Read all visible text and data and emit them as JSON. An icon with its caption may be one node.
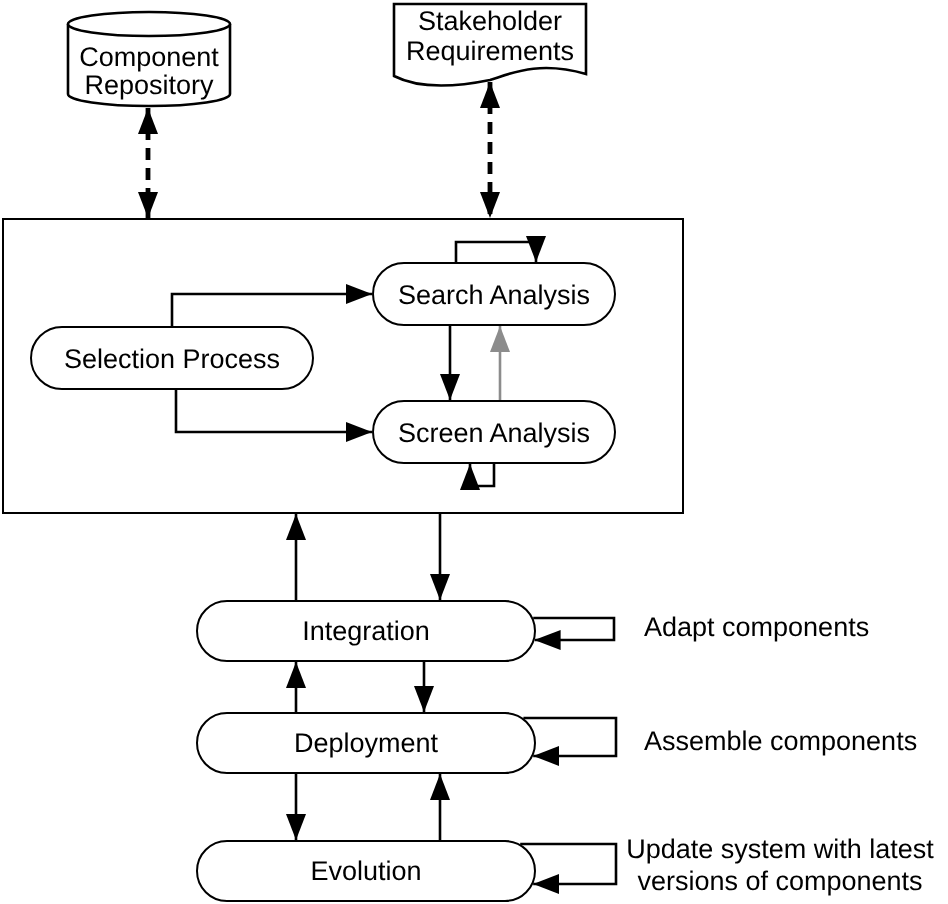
{
  "diagram": {
    "nodes": [
      {
        "text": [
          "Component Repository"
        ]
      },
      {
        "text": [
          "Stakeholder Requirements"
        ]
      },
      {
        "text": [],
        "shape": "box"
      },
      {
        "text": [
          "Selection Process"
        ],
        "in": 2
      },
      {
        "text": [
          "Search Analysis"
        ],
        "in": 2
      },
      {
        "text": [
          "Screen Analysis"
        ],
        "in": 2
      },
      {
        "text": [
          "Integration"
        ],
        "beside": [
          "Adapt components"
        ]
      },
      {
        "text": [
          "Deployment"
        ],
        "beside": [
          "Assemble components"
        ]
      },
      {
        "text": [
          "Evolution"
        ],
        "beside": [
          "Update system with latest versions of components"
        ]
      }
    ],
    "edges": [
      {
        "from": 0,
        "to": 2,
        "arrow": "both",
        "style": "dashed"
      },
      {
        "from": 1,
        "to": 2,
        "arrow": "both",
        "style": "dashed"
      },
      {
        "from": 3,
        "to": 4,
        "arrow": "to"
      },
      {
        "from": 3,
        "to": 5,
        "arrow": "to"
      },
      {
        "from": 4,
        "to": 5,
        "arrow": "to"
      },
      {
        "from": 5,
        "to": 4,
        "arrow": "to",
        "color": "#8c8c8c"
      },
      {
        "from": 4,
        "to": 4,
        "arrow": "to"
      },
      {
        "from": 5,
        "to": 5,
        "arrow": "to"
      },
      {
        "from": 6,
        "to": 2,
        "arrow": "to"
      },
      {
        "from": 2,
        "to": 6,
        "arrow": "to"
      },
      {
        "from": 7,
        "to": 6,
        "arrow": "to"
      },
      {
        "from": 6,
        "to": 7,
        "arrow": "to"
      },
      {
        "from": 7,
        "to": 8,
        "arrow": "to"
      },
      {
        "from": 8,
        "to": 7,
        "arrow": "to"
      },
      {
        "from": 6,
        "to": 6,
        "arrow": "to"
      },
      {
        "from": 7,
        "to": 7,
        "arrow": "to"
      },
      {
        "from": 8,
        "to": 8,
        "arrow": "to"
      }
    ]
  }
}
